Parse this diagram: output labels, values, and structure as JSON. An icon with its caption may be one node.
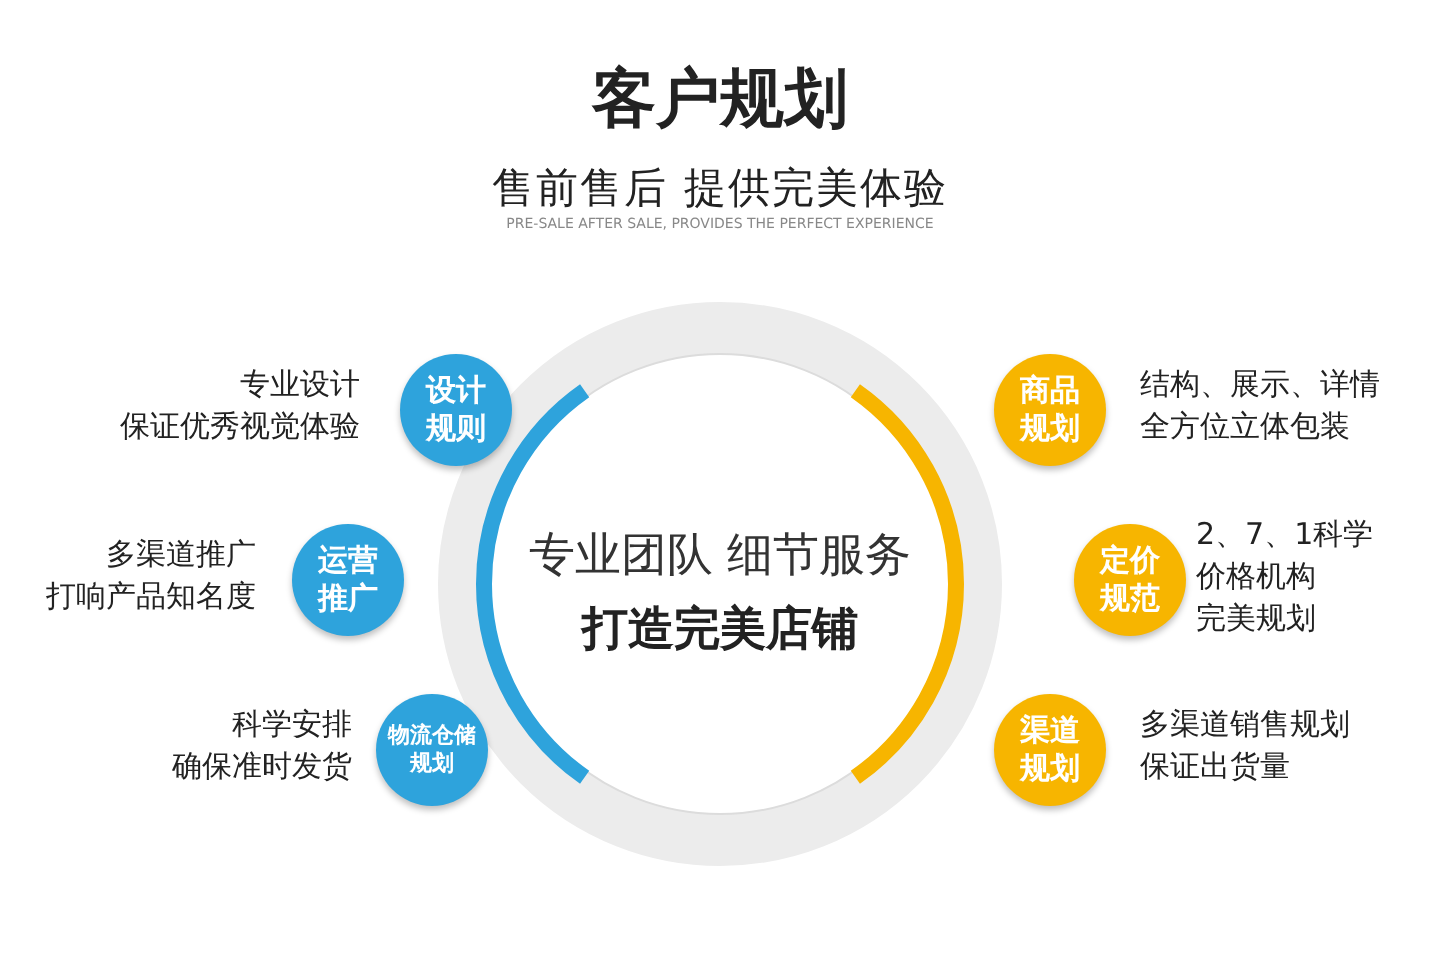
{
  "diagram": {
    "title": "客户规划",
    "nodes": [
      {
        "text": [
          "专业团队 细节服务",
          "打造完美店铺"
        ]
      },
      {
        "text": [
          "设计规则"
        ],
        "beside": [
          "专业设计保证优秀视觉体验"
        ]
      },
      {
        "text": [
          "运营推广"
        ],
        "beside": [
          "多渠道推广打响产品知名度"
        ]
      },
      {
        "text": [
          "物流仓储规划"
        ],
        "beside": [
          "科学安排确保准时发货"
        ]
      },
      {
        "text": [
          "商品规划"
        ],
        "beside": [
          "结构、展示、详情全方位立体包装"
        ]
      },
      {
        "text": [
          "定价规范"
        ],
        "beside": [
          "2、7、1科学价格机构完美规划"
        ]
      },
      {
        "text": [
          "渠道规划"
        ],
        "beside": [
          "多渠道销售规划保证出货量"
        ]
      }
    ],
    "labels": [
      "售前售后 提供完美体验",
      "PRE-SALE AFTER SALE, PROVIDES THE PERFECT EXPERIENCE"
    ]
  }
}
